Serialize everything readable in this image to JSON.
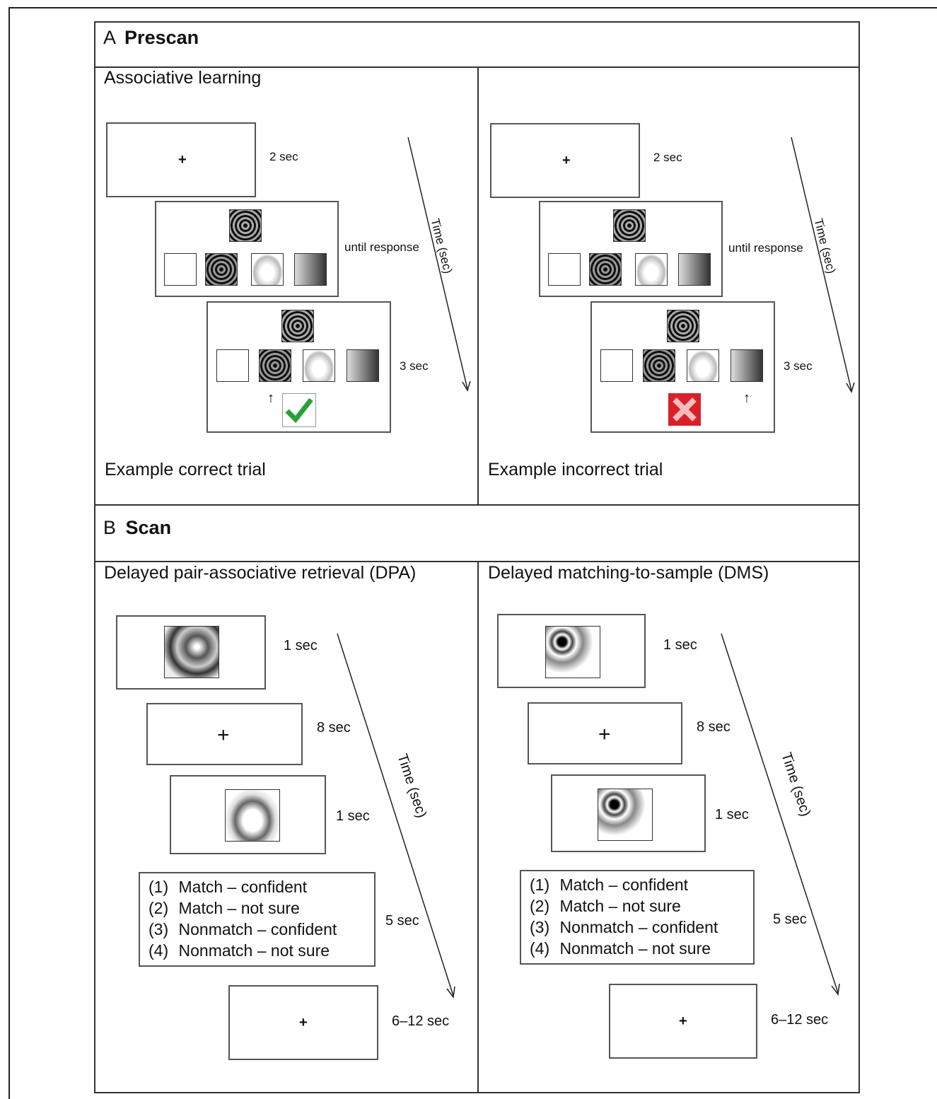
{
  "section_a": {
    "letter": "A",
    "title": "Prescan"
  },
  "section_b": {
    "letter": "B",
    "title": "Scan"
  },
  "associative_learning": {
    "title": "Associative learning",
    "fixation": "+",
    "fixation_duration": "2 sec",
    "choice_duration": "until response",
    "feedback_duration": "3 sec",
    "time_axis": "Time (sec)",
    "correct_caption": "Example correct trial",
    "incorrect_caption": "Example incorrect trial",
    "arrow_symbol": "↑"
  },
  "dpa": {
    "title": "Delayed pair-associative retrieval (DPA)",
    "cue_duration": "1 sec",
    "fixation": "+",
    "delay_duration": "8 sec",
    "probe_duration": "1 sec",
    "response_duration": "5 sec",
    "iti_duration": "6–12 sec",
    "time_axis": "Time (sec)"
  },
  "dms": {
    "title": "Delayed matching-to-sample (DMS)",
    "cue_duration": "1 sec",
    "fixation": "+",
    "delay_duration": "8 sec",
    "probe_duration": "1 sec",
    "response_duration": "5 sec",
    "iti_duration": "6–12 sec",
    "time_axis": "Time (sec)"
  },
  "response_options": [
    {
      "num": "(1)",
      "text": "Match – confident"
    },
    {
      "num": "(2)",
      "text": "Match – not sure"
    },
    {
      "num": "(3)",
      "text": "Nonmatch – confident"
    },
    {
      "num": "(4)",
      "text": "Nonmatch – not sure"
    }
  ],
  "colors": {
    "correct": "#2aa03a",
    "incorrect": "#d8202a",
    "border": "#555555"
  }
}
